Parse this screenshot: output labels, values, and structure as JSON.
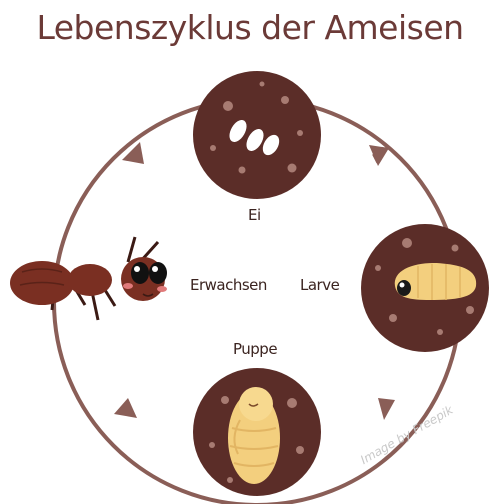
{
  "title": "Lebenszyklus der Ameisen",
  "stages": {
    "egg": "Ei",
    "larva": "Larve",
    "pupa": "Puppe",
    "adult": "Erwachsen"
  },
  "watermark": "Image by Freepik",
  "colors": {
    "title": "#6b3a37",
    "circle": "#8a5e57",
    "soil": "#5b2d28",
    "ant": "#7a2f22",
    "larva": "#f3cf7e"
  }
}
